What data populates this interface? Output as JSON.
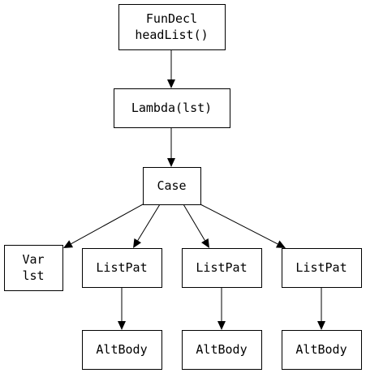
{
  "nodes": [
    {
      "id": "fundecl",
      "lines": [
        "FunDecl",
        "headList()"
      ]
    },
    {
      "id": "lambda",
      "lines": [
        "Lambda(lst)"
      ]
    },
    {
      "id": "case",
      "lines": [
        "Case"
      ]
    },
    {
      "id": "var",
      "lines": [
        "Var",
        "lst"
      ]
    },
    {
      "id": "listpat1",
      "lines": [
        "ListPat"
      ]
    },
    {
      "id": "listpat2",
      "lines": [
        "ListPat"
      ]
    },
    {
      "id": "listpat3",
      "lines": [
        "ListPat"
      ]
    },
    {
      "id": "altbody1",
      "lines": [
        "AltBody"
      ]
    },
    {
      "id": "altbody2",
      "lines": [
        "AltBody"
      ]
    },
    {
      "id": "altbody3",
      "lines": [
        "AltBody"
      ]
    }
  ],
  "edges": [
    {
      "from": "fundecl",
      "to": "lambda"
    },
    {
      "from": "lambda",
      "to": "case"
    },
    {
      "from": "case",
      "to": "var"
    },
    {
      "from": "case",
      "to": "listpat1"
    },
    {
      "from": "case",
      "to": "listpat2"
    },
    {
      "from": "case",
      "to": "listpat3"
    },
    {
      "from": "listpat1",
      "to": "altbody1"
    },
    {
      "from": "listpat2",
      "to": "altbody2"
    },
    {
      "from": "listpat3",
      "to": "altbody3"
    }
  ]
}
